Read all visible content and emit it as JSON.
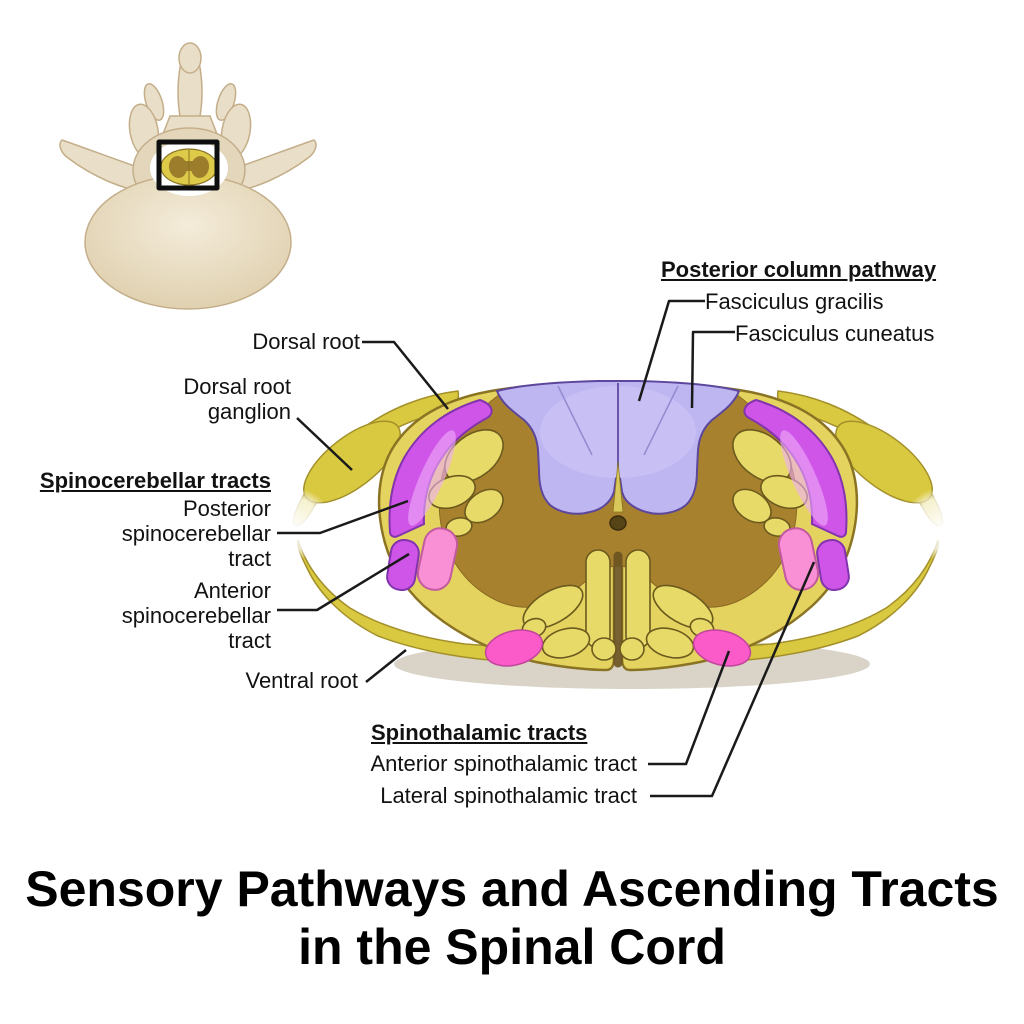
{
  "title": "Sensory Pathways and Ascending Tracts\nin the Spinal Cord",
  "callouts": {
    "dorsal_root": "Dorsal root",
    "dorsal_root_ganglion": "Dorsal root\nganglion",
    "ventral_root": "Ventral root",
    "spinocerebellar": {
      "heading": "Spinocerebellar tracts",
      "posterior": "Posterior\nspinocerebellar\ntract",
      "anterior": "Anterior\nspinocerebellar\ntract"
    },
    "posterior_column": {
      "heading": "Posterior column pathway",
      "gracilis": "Fasciculus gracilis",
      "cuneatus": "Fasciculus cuneatus"
    },
    "spinothalamic": {
      "heading": "Spinothalamic tracts",
      "anterior": "Anterior spinothalamic tract",
      "lateral": "Lateral spinothalamic tract"
    }
  },
  "colors": {
    "white_matter": "#e4d35f",
    "white_matter_lobule": "#e8da69",
    "gray_matter": "#a8812e",
    "posterior_column_fill": "#beb6f1",
    "posterior_column_edge": "#5c479c",
    "spinocerebellar_fill": "#cf55e8",
    "spinocerebellar_edge": "#8234ae",
    "spinothalamic_fill": "#fb5ac9",
    "spinothalamic_light": "#f98fd4",
    "root_fill": "#d9c940",
    "root_edge": "#a3902a",
    "bone_fill": "#e9dec7",
    "leader_line": "#1a1a1a"
  }
}
